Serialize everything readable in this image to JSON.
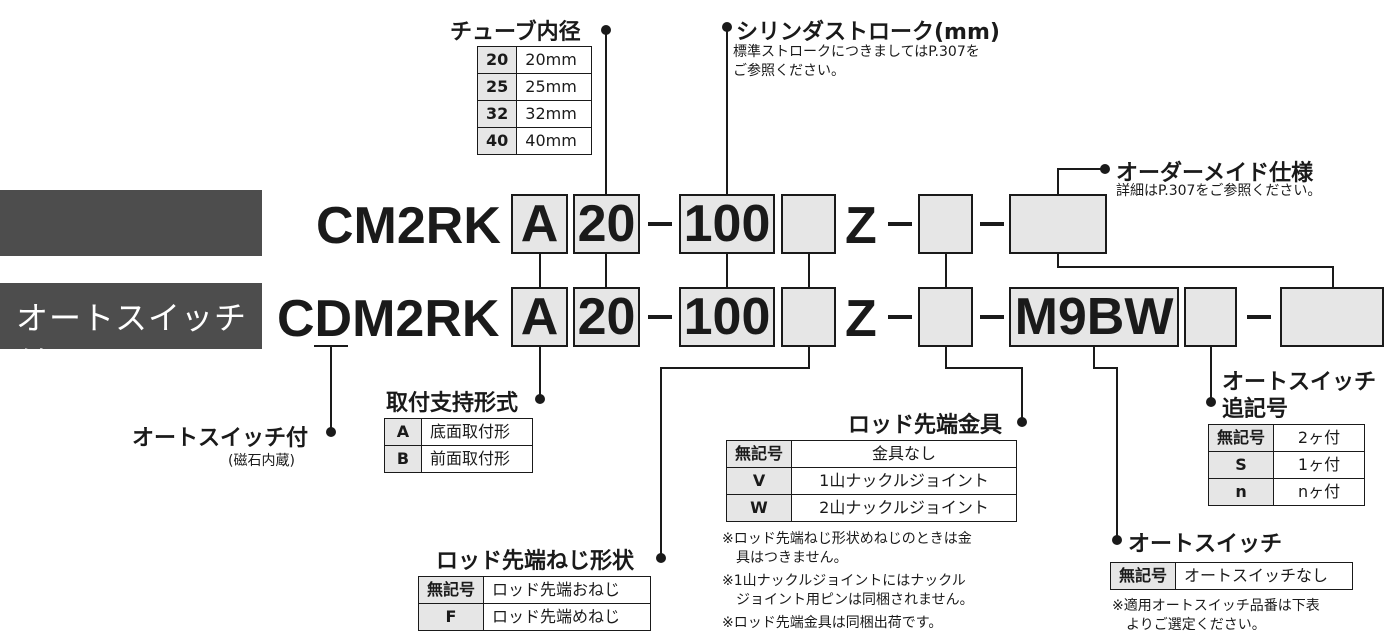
{
  "tube": {
    "title": "チューブ内径",
    "rows": [
      {
        "code": "20",
        "desc": "20mm"
      },
      {
        "code": "25",
        "desc": "25mm"
      },
      {
        "code": "32",
        "desc": "32mm"
      },
      {
        "code": "40",
        "desc": "40mm"
      }
    ]
  },
  "stroke": {
    "title": "シリンダストローク(mm)",
    "note_line1": "標準ストロークにつきましてはP.307を",
    "note_line2": "ご参照ください。"
  },
  "custom": {
    "title": "オーダーメイド仕様",
    "note": "詳細はP.307をご参照ください。"
  },
  "row1": {
    "prefix": "CM2RK",
    "mount": "A",
    "bore": "20",
    "stroke": "100",
    "z": "Z"
  },
  "row2": {
    "label": "オートスイッチ付",
    "prefix": "CDM2RK",
    "mount": "A",
    "bore": "20",
    "stroke": "100",
    "z": "Z",
    "switch": "M9BW"
  },
  "autoswitch_with": {
    "title": "オートスイッチ付",
    "note": "(磁石内蔵)"
  },
  "mounting": {
    "title": "取付支持形式",
    "rows": [
      {
        "code": "A",
        "desc": "底面取付形"
      },
      {
        "code": "B",
        "desc": "前面取付形"
      }
    ]
  },
  "rod_thread": {
    "title": "ロッド先端ねじ形状",
    "rows": [
      {
        "code": "無記号",
        "desc": "ロッド先端おねじ"
      },
      {
        "code": "F",
        "desc": "ロッド先端めねじ"
      }
    ]
  },
  "rod_end": {
    "title": "ロッド先端金具",
    "rows": [
      {
        "code": "無記号",
        "desc": "金具なし"
      },
      {
        "code": "V",
        "desc": "1山ナックルジョイント"
      },
      {
        "code": "W",
        "desc": "2山ナックルジョイント"
      }
    ],
    "notes": [
      "※ロッド先端ねじ形状めねじのときは金",
      "　具はつきません。",
      "※1山ナックルジョイントにはナックル",
      "　ジョイント用ピンは同梱されません。",
      "※ロッド先端金具は同梱出荷です。"
    ]
  },
  "switch_suffix": {
    "title_line1": "オートスイッチ",
    "title_line2": "追記号",
    "rows": [
      {
        "code": "無記号",
        "desc": "2ヶ付"
      },
      {
        "code": "S",
        "desc": "1ヶ付"
      },
      {
        "code": "n",
        "desc": "nヶ付"
      }
    ]
  },
  "autoswitch": {
    "title": "オートスイッチ",
    "rows": [
      {
        "code": "無記号",
        "desc": "オートスイッチなし"
      }
    ],
    "notes": [
      "※適用オートスイッチ品番は下表",
      "　よりご選定ください。"
    ]
  }
}
